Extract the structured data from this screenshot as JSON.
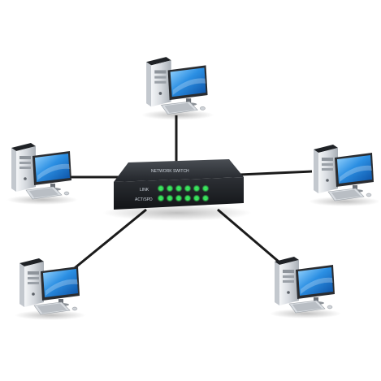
{
  "diagram": {
    "topology": "star",
    "hub": {
      "kind": "network switch",
      "brand_text": "NETWORK SWITCH",
      "row_label_top": "LINK",
      "row_label_bottom": "ACT/SPD",
      "led_color": "#37e35a",
      "body_color": "#2a2d31"
    },
    "nodes": [
      {
        "id": "pc-top",
        "kind": "desktop computer"
      },
      {
        "id": "pc-left",
        "kind": "desktop computer"
      },
      {
        "id": "pc-right",
        "kind": "desktop computer"
      },
      {
        "id": "pc-bottom-left",
        "kind": "desktop computer"
      },
      {
        "id": "pc-bottom-right",
        "kind": "desktop computer"
      }
    ],
    "links": [
      {
        "from": "hub",
        "to": "pc-top"
      },
      {
        "from": "hub",
        "to": "pc-left"
      },
      {
        "from": "hub",
        "to": "pc-right"
      },
      {
        "from": "hub",
        "to": "pc-bottom-left"
      },
      {
        "from": "hub",
        "to": "pc-bottom-right"
      }
    ],
    "colors": {
      "cable": "#1b1b1b",
      "screen_blue": "#1c7fd6",
      "tower_silver": "#d9dde2"
    }
  }
}
